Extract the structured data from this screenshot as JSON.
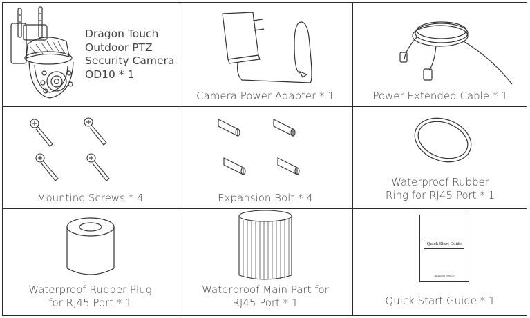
{
  "items": {
    "camera": {
      "lines": [
        "Dragon Touch",
        "Outdoor PTZ",
        "Security Camera",
        "OD10 * 1"
      ]
    },
    "adapter": {
      "lines": [
        "Camera Power Adapter * 1"
      ]
    },
    "cable": {
      "lines": [
        "Power Extended Cable * 1"
      ]
    },
    "screws": {
      "lines": [
        "Mounting Screws * 4"
      ]
    },
    "bolts": {
      "lines": [
        "Expansion Bolt * 4"
      ]
    },
    "ring": {
      "lines": [
        "Waterproof Rubber",
        "Ring for RJ45 Port * 1"
      ]
    },
    "plug": {
      "lines": [
        "Waterproof Rubber Plug",
        "for RJ45 Port * 1"
      ]
    },
    "mainpart": {
      "lines": [
        "Waterproof Main Part for",
        "RJ45 Port * 1"
      ]
    },
    "guide": {
      "lines": [
        "Quick Start Guide * 1"
      ],
      "booklet_title": "Quick Start Guide",
      "booklet_brand": "DRAGON TOUCH"
    }
  },
  "colors": {
    "line": "#2b2b2b",
    "text": "#444444"
  }
}
